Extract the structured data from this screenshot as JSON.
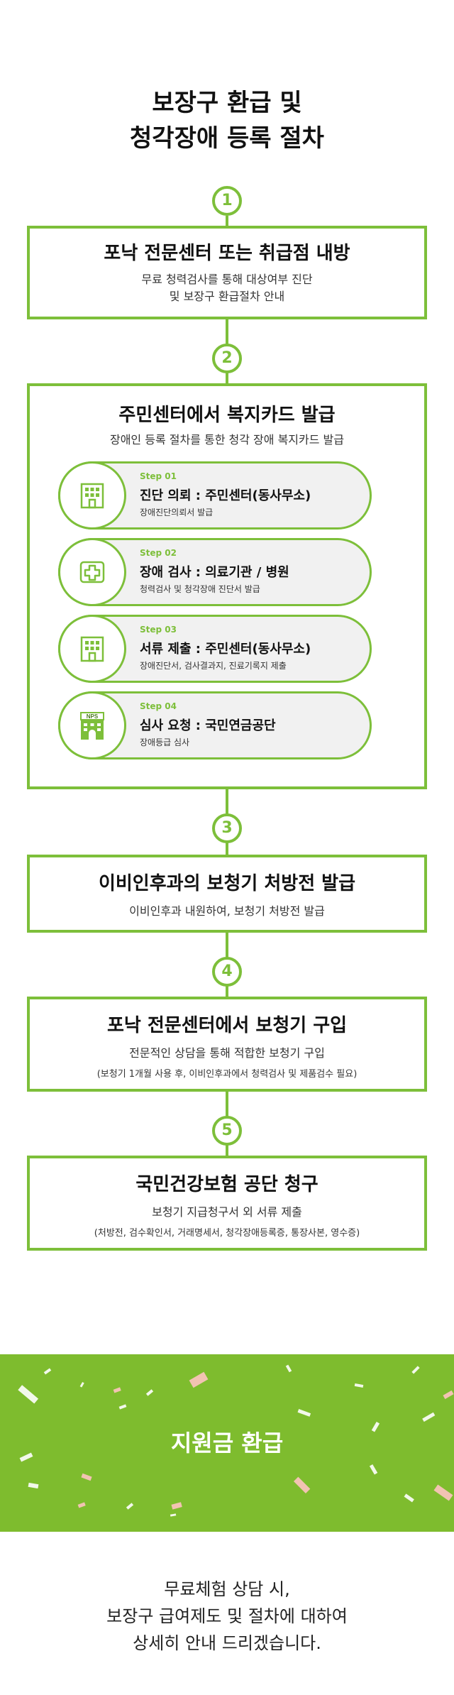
{
  "page": {
    "title_line1": "보장구 환급 및",
    "title_line2": "청각장애 등록 절차"
  },
  "steps": [
    {
      "number": "1",
      "title": "포낙 전문센터 또는 취급점 내방",
      "sub_line1": "무료 청력검사를 통해 대상여부 진단",
      "sub_line2": "및 보장구 환급절차 안내"
    },
    {
      "number": "2",
      "title": "주민센터에서 복지카드 발급",
      "sub_line1": "장애인 등록 절차를 통한 청각 장애 복지카드 발급",
      "substeps": [
        {
          "label": "Step 01",
          "title": "진단 의뢰 : 주민센터(동사무소)",
          "desc": "장애진단의뢰서 발급",
          "icon": "building-icon"
        },
        {
          "label": "Step 02",
          "title": "장애 검사 : 의료기관 / 병원",
          "desc": "청력검사 및 청각장애 진단서 발급",
          "icon": "medical-cross-icon"
        },
        {
          "label": "Step 03",
          "title": "서류 제출 : 주민센터(동사무소)",
          "desc": "장애진단서, 검사결과지, 진료기록지 제출",
          "icon": "building-icon"
        },
        {
          "label": "Step 04",
          "title": "심사 요청 : 국민연금공단",
          "desc": "장애등급 심사",
          "icon": "nps-building-icon",
          "icon_text": "NPS"
        }
      ]
    },
    {
      "number": "3",
      "title": "이비인후과의 보청기 처방전 발급",
      "sub_line1": "이비인후과 내원하여, 보청기 처방전 발급"
    },
    {
      "number": "4",
      "title": "포낙 전문센터에서 보청기 구입",
      "sub_line1": "전문적인 상담을 통해 적합한 보청기 구입",
      "note": "(보청기 1개월 사용 후, 이비인후과에서 청력검사 및 제품검수 필요)"
    },
    {
      "number": "5",
      "title": "국민건강보험 공단 청구",
      "sub_line1": "보청기 지급청구서 외 서류 제출",
      "note": "(처방전, 검수확인서, 거래명세서, 청각장애등록증, 통장사본, 영수증)"
    }
  ],
  "banner": {
    "text": "지원금 환급"
  },
  "footer": {
    "line1": "무료체험 상담 시,",
    "line2": "보장구 급여제도 및 절차에 대하여",
    "line3": "상세히 안내 드리겠습니다."
  },
  "colors": {
    "accent": "#7dbf3a",
    "banner": "#7ebc2e",
    "step_bg": "#f1f1f1"
  }
}
